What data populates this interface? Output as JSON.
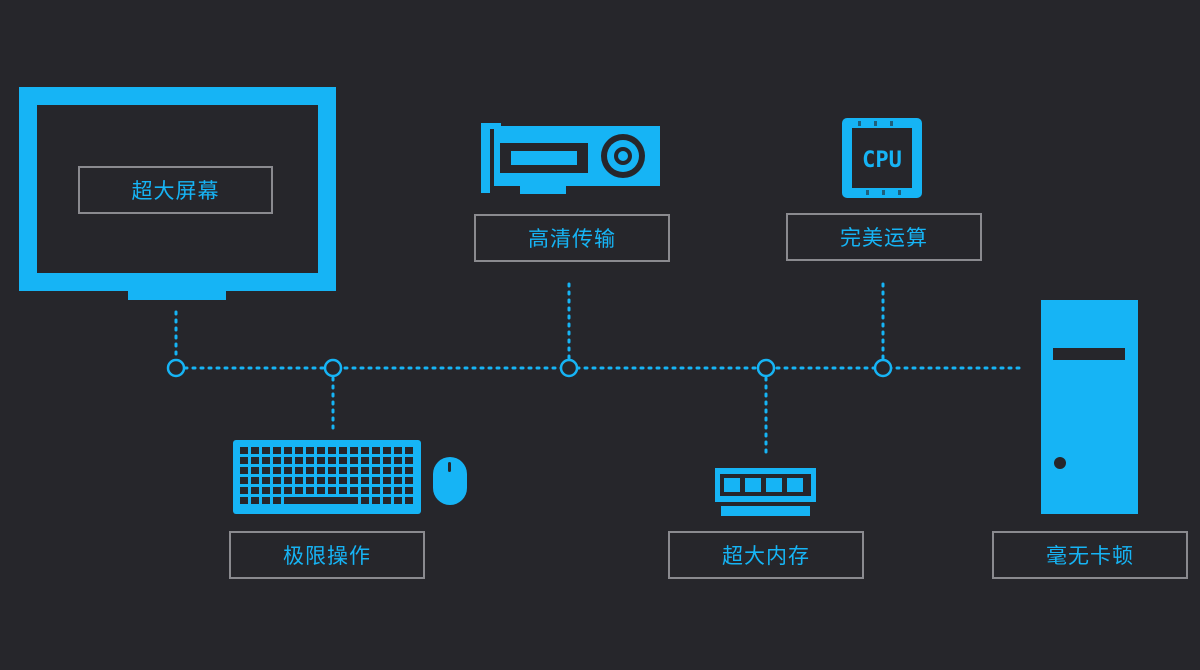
{
  "accent_color": "#16b4f5",
  "background_color": "#26262b",
  "border_color": "#8a8a8f",
  "nodes": {
    "monitor": {
      "label": "超大屏幕",
      "icon": "monitor-icon"
    },
    "graphics_card": {
      "label": "高清传输",
      "icon": "graphics-card-icon"
    },
    "cpu": {
      "label": "完美运算",
      "icon": "cpu-icon",
      "icon_text": "CPU"
    },
    "keyboard_mouse": {
      "label": "极限操作",
      "icon": "keyboard-mouse-icon"
    },
    "memory": {
      "label": "超大内存",
      "icon": "memory-icon"
    },
    "tower": {
      "label": "毫无卡顿",
      "icon": "pc-tower-icon"
    }
  }
}
